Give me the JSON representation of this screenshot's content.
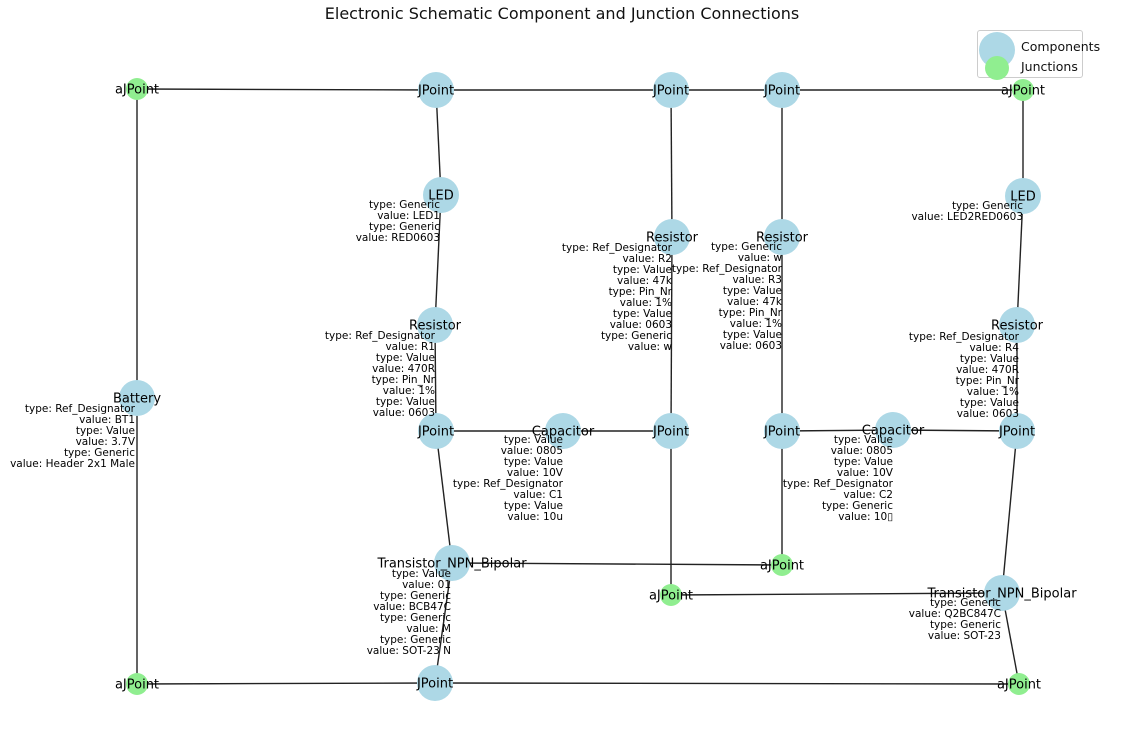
{
  "title": "Electronic Schematic Component and Junction Connections",
  "colors": {
    "component": "#add8e6",
    "junction": "#90ee90",
    "edge": "#222222"
  },
  "legend": {
    "components_label": "Components",
    "junctions_label": "Junctions"
  },
  "nodes": [
    {
      "id": "aj_tl",
      "label": "aJPoint",
      "kind": "junction"
    },
    {
      "id": "jp_top1",
      "label": "JPoint",
      "kind": "component"
    },
    {
      "id": "jp_top2",
      "label": "JPoint",
      "kind": "component"
    },
    {
      "id": "jp_top3",
      "label": "JPoint",
      "kind": "component"
    },
    {
      "id": "aj_tr",
      "label": "aJPoint",
      "kind": "junction"
    },
    {
      "id": "led1",
      "label": "LED",
      "kind": "component",
      "attrs": [
        "type: Generic",
        "value: LED1",
        "type: Generic",
        "value: RED0603"
      ]
    },
    {
      "id": "led2",
      "label": "LED",
      "kind": "component",
      "attrs": [
        "type: Generic",
        "value: LED2RED0603"
      ]
    },
    {
      "id": "r2",
      "label": "Resistor",
      "kind": "component",
      "attrs": [
        "type: Ref_Designator",
        "value: R2",
        "type: Value",
        "value: 47k",
        "type: Pin_Nr",
        "value: 1%",
        "type: Value",
        "value: 0603",
        "type: Generic",
        "value: w"
      ]
    },
    {
      "id": "r3",
      "label": "Resistor",
      "kind": "component",
      "attrs": [
        "type: Generic",
        "value: w",
        "type: Ref_Designator",
        "value: R3",
        "type: Value",
        "value: 47k",
        "type: Pin_Nr",
        "value: 1%",
        "type: Value",
        "value: 0603"
      ]
    },
    {
      "id": "r1",
      "label": "Resistor",
      "kind": "component",
      "attrs": [
        "type: Ref_Designator",
        "value: R1",
        "type: Value",
        "value: 470R",
        "type: Pin_Nr",
        "value: 1%",
        "type: Value",
        "value: 0603"
      ]
    },
    {
      "id": "r4",
      "label": "Resistor",
      "kind": "component",
      "attrs": [
        "type: Ref_Designator",
        "value: R4",
        "type: Value",
        "value: 470R",
        "type: Pin_Nr",
        "value: 1%",
        "type: Value",
        "value: 0603"
      ]
    },
    {
      "id": "battery",
      "label": "Battery",
      "kind": "component",
      "attrs": [
        "type: Ref_Designator",
        "value: BT1",
        "type: Value",
        "value: 3.7V",
        "type: Generic",
        "value: Header 2x1 Male"
      ]
    },
    {
      "id": "jp_mid1",
      "label": "JPoint",
      "kind": "component"
    },
    {
      "id": "c1",
      "label": "Capacitor",
      "kind": "component",
      "attrs": [
        "type: Value",
        "value: 0805",
        "type: Value",
        "value: 10V",
        "type: Ref_Designator",
        "value: C1",
        "type: Value",
        "value: 10u"
      ]
    },
    {
      "id": "jp_mid2",
      "label": "JPoint",
      "kind": "component"
    },
    {
      "id": "jp_mid3",
      "label": "JPoint",
      "kind": "component"
    },
    {
      "id": "c2",
      "label": "Capacitor",
      "kind": "component",
      "attrs": [
        "type: Value",
        "value: 0805",
        "type: Value",
        "value: 10V",
        "type: Ref_Designator",
        "value: C2",
        "type: Generic",
        "value: 10▯"
      ]
    },
    {
      "id": "jp_mid4",
      "label": "JPoint",
      "kind": "component"
    },
    {
      "id": "q1",
      "label": "Transistor_NPN_Bipolar",
      "kind": "component",
      "attrs": [
        "type: Value",
        "value: 01",
        "type: Generic",
        "value: BCB47C",
        "type: Generic",
        "value: M",
        "type: Generic",
        "value: SOT-23 N"
      ]
    },
    {
      "id": "aj_mid",
      "label": "aJPoint",
      "kind": "junction"
    },
    {
      "id": "aj_mid2",
      "label": "aJPoint",
      "kind": "junction"
    },
    {
      "id": "q2",
      "label": "Transistor_NPN_Bipolar",
      "kind": "component",
      "attrs": [
        "type: Generic",
        "value: Q2BC847C",
        "type: Generic",
        "value: SOT-23"
      ]
    },
    {
      "id": "aj_bl",
      "label": "aJPoint",
      "kind": "junction"
    },
    {
      "id": "jp_bot",
      "label": "JPoint",
      "kind": "component"
    },
    {
      "id": "aj_br",
      "label": "aJPoint",
      "kind": "junction"
    }
  ],
  "edges": [
    [
      "aj_tl",
      "jp_top1"
    ],
    [
      "jp_top1",
      "jp_top2"
    ],
    [
      "jp_top2",
      "jp_top3"
    ],
    [
      "jp_top3",
      "aj_tr"
    ],
    [
      "aj_tl",
      "battery"
    ],
    [
      "battery",
      "aj_bl"
    ],
    [
      "jp_top1",
      "led1"
    ],
    [
      "led1",
      "r1"
    ],
    [
      "r1",
      "jp_mid1"
    ],
    [
      "jp_top2",
      "r2"
    ],
    [
      "r2",
      "jp_mid2"
    ],
    [
      "jp_top3",
      "r3"
    ],
    [
      "r3",
      "jp_mid3"
    ],
    [
      "aj_tr",
      "led2"
    ],
    [
      "led2",
      "r4"
    ],
    [
      "r4",
      "jp_mid4"
    ],
    [
      "jp_mid1",
      "c1"
    ],
    [
      "c1",
      "jp_mid2"
    ],
    [
      "jp_mid3",
      "c2"
    ],
    [
      "c2",
      "jp_mid4"
    ],
    [
      "jp_mid1",
      "q1"
    ],
    [
      "q1",
      "aj_mid"
    ],
    [
      "q1",
      "jp_bot"
    ],
    [
      "jp_mid3",
      "aj_mid"
    ],
    [
      "jp_mid2",
      "aj_mid2"
    ],
    [
      "aj_mid2",
      "q2"
    ],
    [
      "jp_mid4",
      "q2"
    ],
    [
      "q2",
      "aj_br"
    ],
    [
      "aj_bl",
      "jp_bot"
    ],
    [
      "jp_bot",
      "aj_br"
    ]
  ]
}
